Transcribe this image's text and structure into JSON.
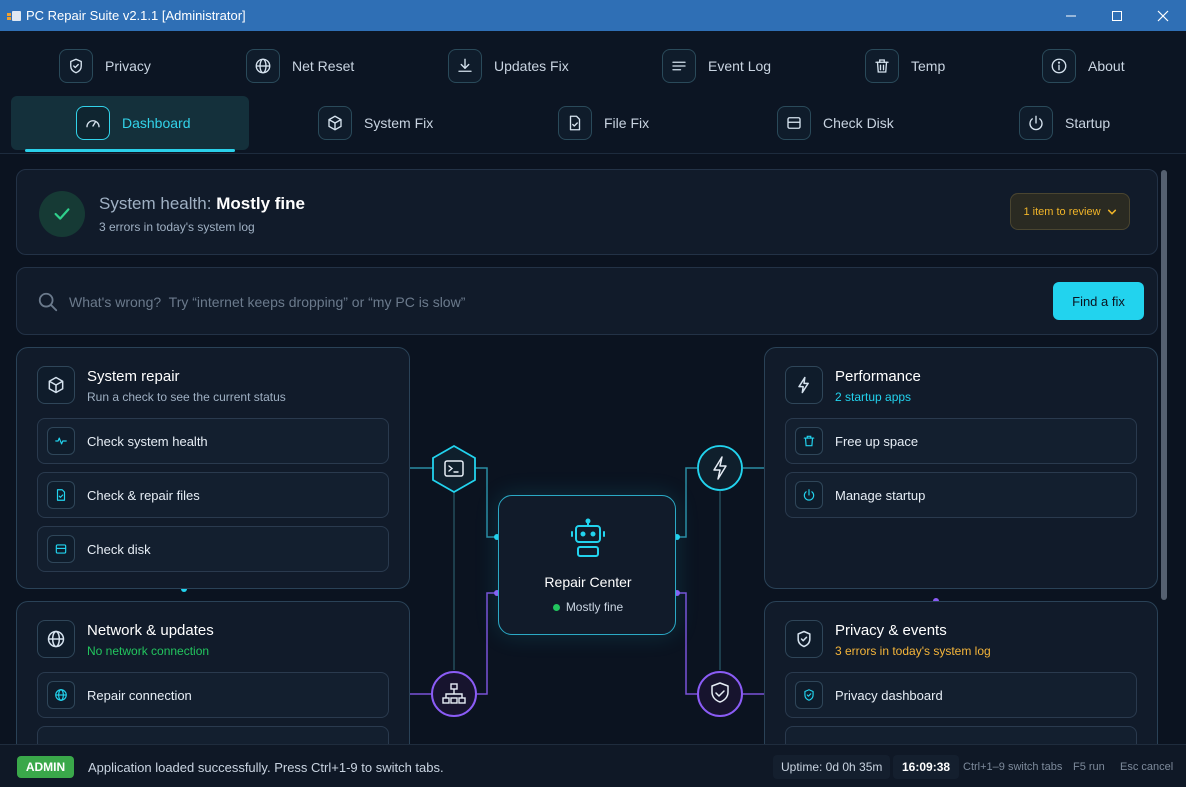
{
  "window": {
    "title": "PC Repair Suite v2.1.1 [Administrator]"
  },
  "nav": {
    "row1": [
      {
        "label": "Privacy",
        "icon": "shield-check-icon"
      },
      {
        "label": "Net Reset",
        "icon": "globe-icon"
      },
      {
        "label": "Updates Fix",
        "icon": "download-icon"
      },
      {
        "label": "Event Log",
        "icon": "list-icon"
      },
      {
        "label": "Temp",
        "icon": "trash-icon"
      },
      {
        "label": "About",
        "icon": "info-icon"
      }
    ],
    "row2": [
      {
        "label": "Dashboard",
        "icon": "gauge-icon",
        "active": true
      },
      {
        "label": "System Fix",
        "icon": "cube-icon"
      },
      {
        "label": "File Fix",
        "icon": "file-check-icon"
      },
      {
        "label": "Check Disk",
        "icon": "disk-icon"
      },
      {
        "label": "Startup",
        "icon": "power-icon"
      }
    ]
  },
  "health": {
    "prefix": "System health:",
    "status": "Mostly fine",
    "subtitle": "3 errors in today's system log",
    "review_label": "1 item to review"
  },
  "search": {
    "placeholder": "What's wrong?  Try “internet keeps dropping” or “my PC is slow”",
    "button_label": "Find a fix"
  },
  "panels": {
    "system_repair": {
      "title": "System repair",
      "subtitle": "Run a check to see the current status",
      "rows": [
        "Check system health",
        "Check & repair files",
        "Check disk"
      ]
    },
    "performance": {
      "title": "Performance",
      "subtitle": "2 startup apps",
      "rows": [
        "Free up space",
        "Manage startup"
      ]
    },
    "network": {
      "title": "Network & updates",
      "subtitle": "No network connection",
      "rows": [
        "Repair connection"
      ]
    },
    "privacy": {
      "title": "Privacy & events",
      "subtitle": "3 errors in today's system log",
      "rows": [
        "Privacy dashboard"
      ]
    }
  },
  "center": {
    "title": "Repair Center",
    "status": "Mostly fine"
  },
  "statusbar": {
    "badge": "ADMIN",
    "message": "Application loaded successfully. Press Ctrl+1-9 to switch tabs.",
    "uptime": "Uptime: 0d 0h 35m",
    "clock": "16:09:38",
    "hint_tabs": "Ctrl+1–9  switch tabs",
    "hint_run": "F5  run",
    "hint_cancel": "Esc  cancel"
  },
  "colors": {
    "accent": "#22d3ee",
    "purple": "#8b5cf6",
    "success": "#22c55e",
    "warning": "#f5b53a",
    "titlebar": "#2f6fb5"
  }
}
